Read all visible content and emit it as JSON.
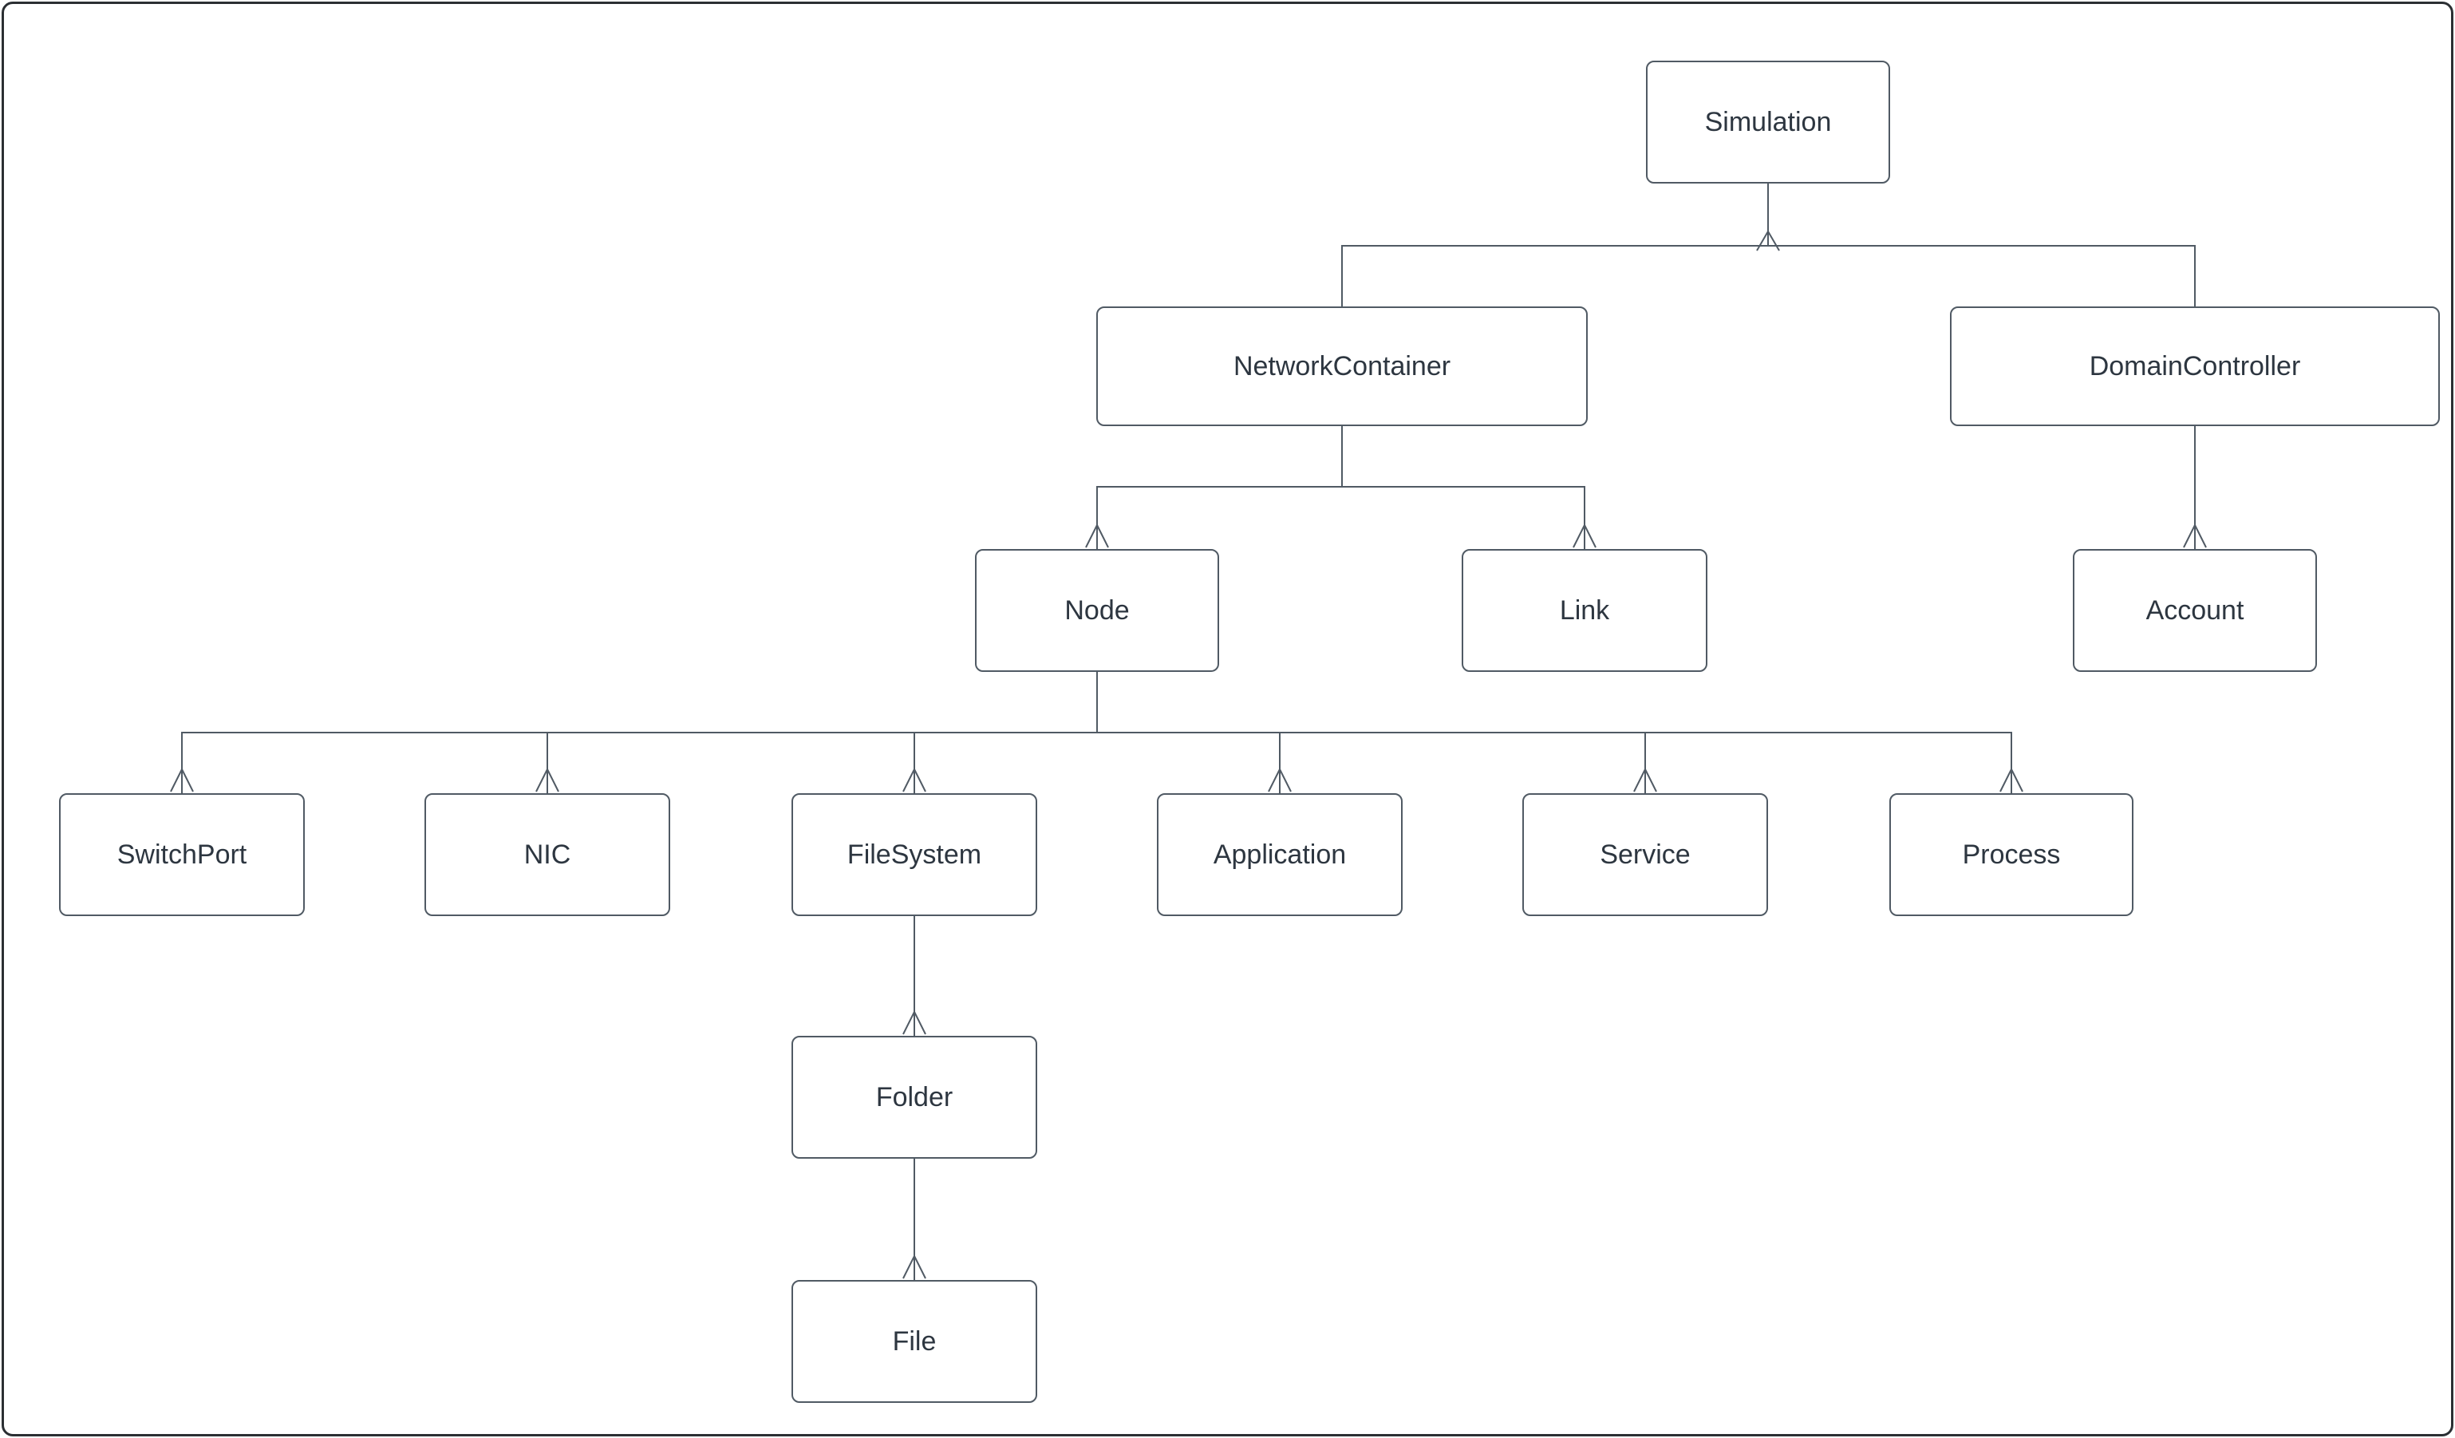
{
  "diagram": {
    "type": "tree",
    "nodes": {
      "simulation": {
        "label": "Simulation"
      },
      "networkContainer": {
        "label": "NetworkContainer"
      },
      "domainController": {
        "label": "DomainController"
      },
      "node": {
        "label": "Node"
      },
      "link": {
        "label": "Link"
      },
      "account": {
        "label": "Account"
      },
      "switchPort": {
        "label": "SwitchPort"
      },
      "nic": {
        "label": "NIC"
      },
      "fileSystem": {
        "label": "FileSystem"
      },
      "application": {
        "label": "Application"
      },
      "service": {
        "label": "Service"
      },
      "process": {
        "label": "Process"
      },
      "folder": {
        "label": "Folder"
      },
      "file": {
        "label": "File"
      }
    },
    "edges": [
      {
        "parent": "Simulation",
        "child": "NetworkContainer"
      },
      {
        "parent": "Simulation",
        "child": "DomainController"
      },
      {
        "parent": "NetworkContainer",
        "child": "Node"
      },
      {
        "parent": "NetworkContainer",
        "child": "Link"
      },
      {
        "parent": "DomainController",
        "child": "Account"
      },
      {
        "parent": "Node",
        "child": "SwitchPort"
      },
      {
        "parent": "Node",
        "child": "NIC"
      },
      {
        "parent": "Node",
        "child": "FileSystem"
      },
      {
        "parent": "Node",
        "child": "Application"
      },
      {
        "parent": "Node",
        "child": "Service"
      },
      {
        "parent": "Node",
        "child": "Process"
      },
      {
        "parent": "FileSystem",
        "child": "Folder"
      },
      {
        "parent": "Folder",
        "child": "File"
      }
    ],
    "colors": {
      "background": "#ffffff",
      "boxFill": "#ffffff",
      "boxBorder": "#505a64",
      "connector": "#505a64",
      "text": "#2d3640",
      "frameBorder": "#2b2f33"
    }
  }
}
